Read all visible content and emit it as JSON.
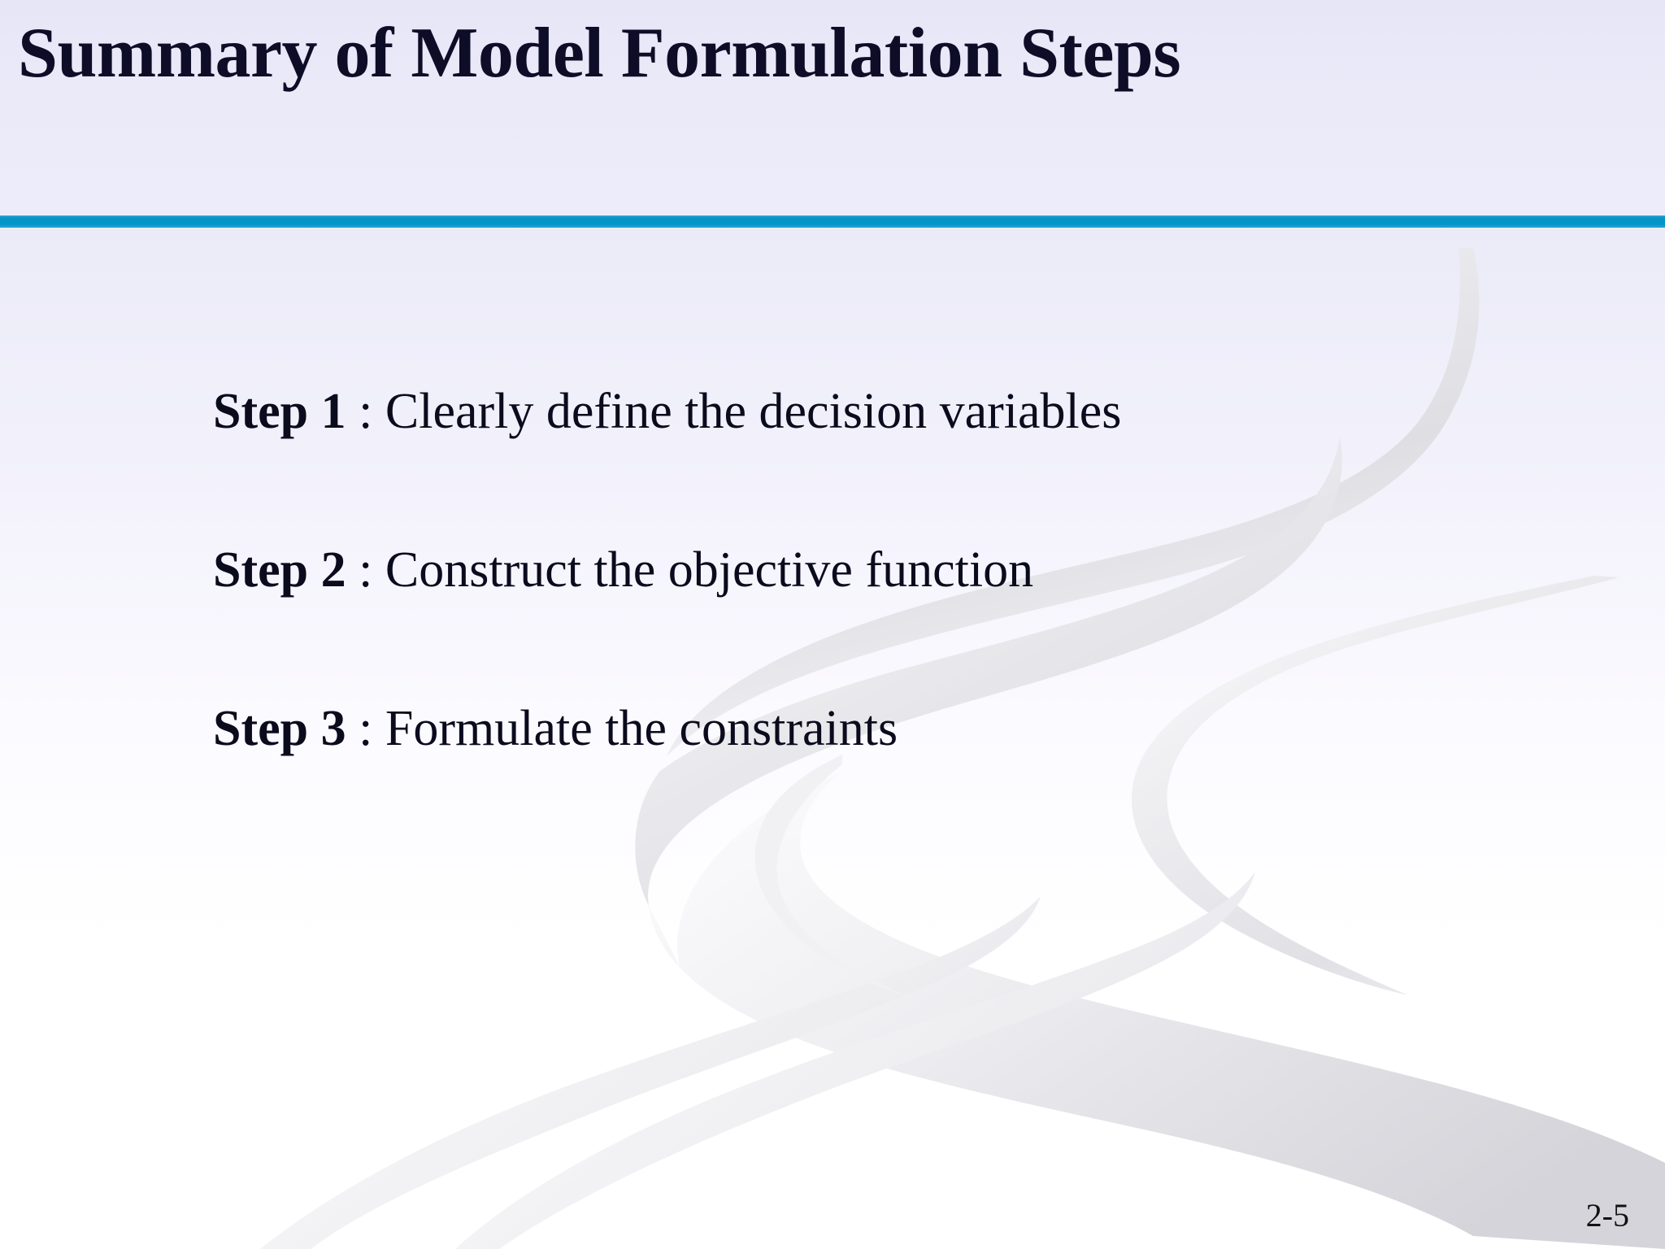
{
  "slide": {
    "title": "Summary of Model Formulation Steps",
    "page_number": "2-5"
  },
  "theme": {
    "header_background": "#eaeaf9",
    "accent_rule_color": "#0195ca",
    "title_color": "#0d0d27",
    "body_text_color": "#0b0b1e",
    "body_background_top": "#ebebf8",
    "body_background_bottom": "#ffffff",
    "swoosh_color": "#e2e2e6"
  },
  "content": {
    "steps": [
      {
        "label": "Step 1",
        "separator": " : ",
        "text": "Clearly define the decision variables"
      },
      {
        "label": "Step 2",
        "separator": " : ",
        "text": "Construct the objective function"
      },
      {
        "label": "Step 3",
        "separator": " : ",
        "text": "Formulate the constraints"
      }
    ]
  },
  "decoration": {
    "swoosh_name": "s-curve-ribbon-watermark"
  }
}
